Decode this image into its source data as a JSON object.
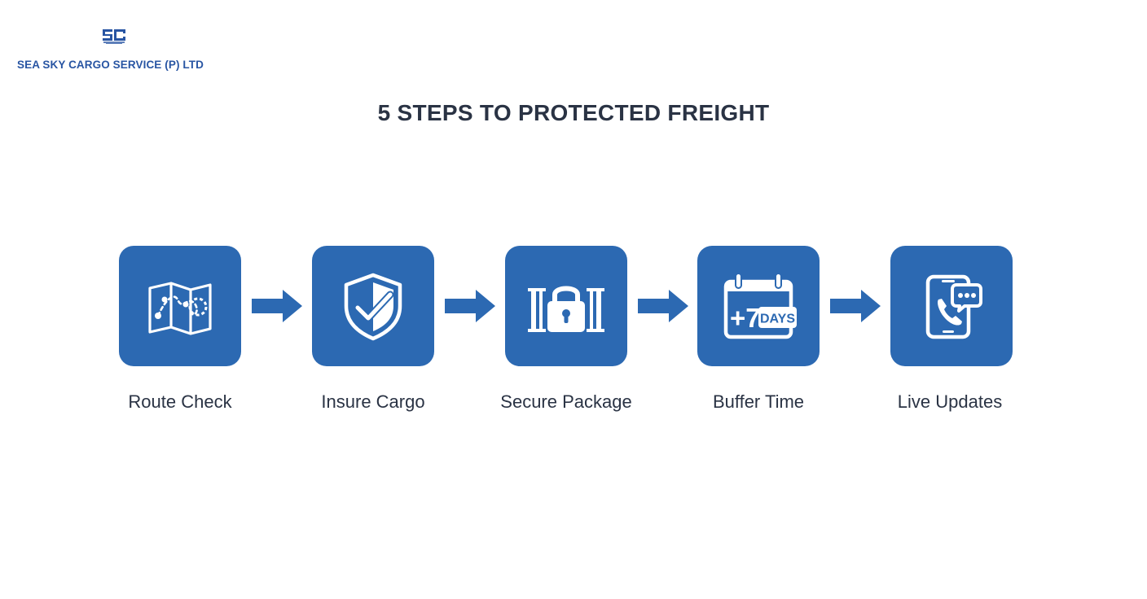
{
  "header": {
    "company_name": "SEA SKY CARGO SERVICE (P) LTD"
  },
  "title": "5 STEPS TO PROTECTED FREIGHT",
  "colors": {
    "tile": "#2c69b2",
    "brand_text": "#2855a3",
    "title_text": "#2a3344",
    "icon": "#ffffff"
  },
  "steps": [
    {
      "label": "Route Check",
      "icon": "map-route-icon"
    },
    {
      "label": "Insure Cargo",
      "icon": "shield-check-icon"
    },
    {
      "label": "Secure Package",
      "icon": "padlock-crate-icon"
    },
    {
      "label": "Buffer Time",
      "icon": "calendar-plus-7-days-icon",
      "icon_text": {
        "number": "+7",
        "word": "DAYS"
      }
    },
    {
      "label": "Live Updates",
      "icon": "phone-chat-icon"
    }
  ]
}
